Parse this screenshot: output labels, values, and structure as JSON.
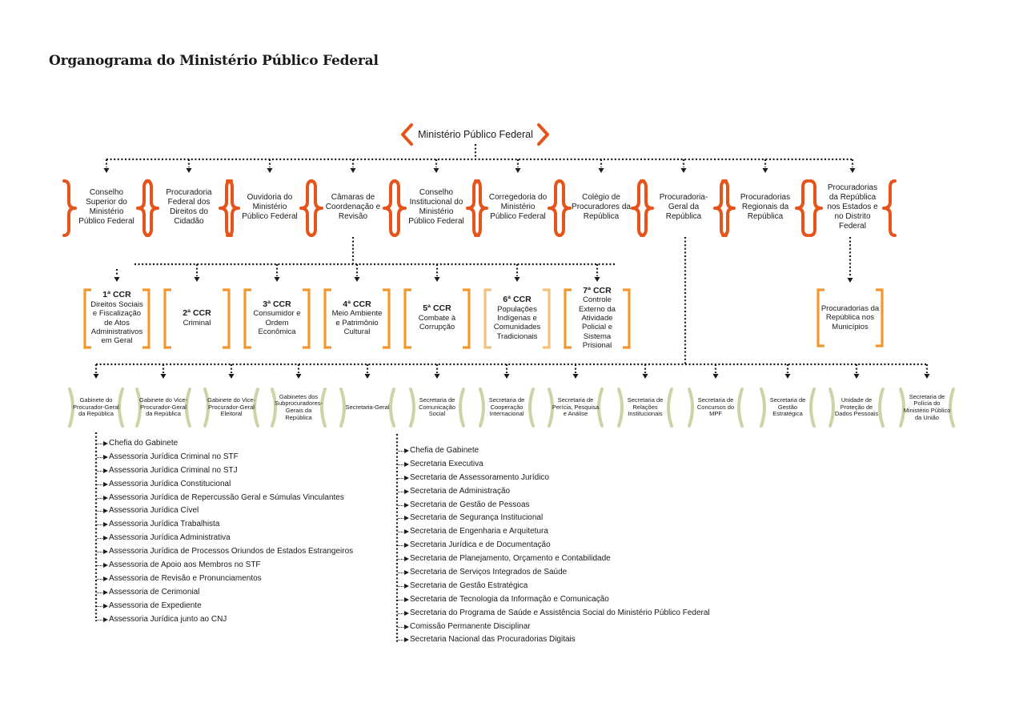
{
  "title": "Organograma do Ministério Público Federal",
  "colors": {
    "brace": "#e4541b",
    "bracket": "#f0972e",
    "bracket_light": "#f3c27e",
    "paren": "#ccd3a6",
    "line": "#1a1a1a"
  },
  "root": "Ministério Público Federal",
  "level1": [
    "Conselho Superior do Ministério Público Federal",
    "Procuradoria Federal dos Direitos do Cidadão",
    "Ouvidoria do Ministério Público Federal",
    "Câmaras de Coordenação e Revisão",
    "Conselho Institucional do Ministério Público Federal",
    "Corregedoria do Ministério Público Federal",
    "Colégio de Procuradores da República",
    "Procuradoria-Geral da República",
    "Procuradorias Regionais da República",
    "Procuradorias da República nos Estados e no Distrito Federal"
  ],
  "ccr": [
    {
      "code": "1ª CCR",
      "name": "Direitos Sociais e Fiscalização de Atos Administrativos em Geral"
    },
    {
      "code": "2ª CCR",
      "name": "Criminal"
    },
    {
      "code": "3ª CCR",
      "name": "Consumidor e Ordem Econômica"
    },
    {
      "code": "4ª CCR",
      "name": "Meio Ambiente e Patrimônio Cultural"
    },
    {
      "code": "5ª CCR",
      "name": "Combate à Corrupção"
    },
    {
      "code": "6ª CCR",
      "name": "Populações Indígenas e Comunidades Tradicionais"
    },
    {
      "code": "7ª CCR",
      "name": "Controle Externo da Atividade Policial e Sistema Prisional"
    }
  ],
  "municipios": "Procuradorias da República nos Municípios",
  "pgr_units": [
    "Gabinete do Procurador-Geral da República",
    "Gabinete do Vice-Procurador-Geral da República",
    "Gabinete do Vice-Procurador-Geral Eleitoral",
    "Gabinetes dos Subprocuradores-Gerais da República",
    "Secretaria-Geral",
    "Secretaria de Comunicação Social",
    "Secretaria de Cooperação Internacional",
    "Secretaria de Perícia, Pesquisa e Análise",
    "Secretaria de Relações Institucionais",
    "Secretaria de Concursos do MPF",
    "Secretaria de Gestão Estratégica",
    "Unidade de Proteção de Dados Pessoais",
    "Secretaria de Polícia do Ministério Público da União"
  ],
  "gabinete_items": [
    "Chefia do Gabinete",
    "Assessoria Jurídica Criminal no STF",
    "Assessoria Jurídica Criminal no STJ",
    "Assessoria Jurídica Constitucional",
    "Assessoria Jurídica de Repercussão Geral e Súmulas Vinculantes",
    "Assessoria Jurídica Cível",
    "Assessoria Jurídica Trabalhista",
    "Assessoria Jurídica Administrativa",
    "Assessoria Jurídica de Processos Oriundos de Estados Estrangeiros",
    "Assessoria de Apoio aos Membros no STF",
    "Assessoria de Revisão e Pronunciamentos",
    "Assessoria de Cerimonial",
    "Assessoria de Expediente",
    "Assessoria Jurídica junto ao CNJ"
  ],
  "sg_items": [
    "Chefia de Gabinete",
    "Secretaria Executiva",
    "Secretaria de Assessoramento Jurídico",
    "Secretaria de Administração",
    "Secretaria de Gestão de Pessoas",
    "Secretaria de Segurança Institucional",
    "Secretaria de Engenharia e Arquitetura",
    "Secretaria Jurídica e de Documentação",
    "Secretaria de Planejamento, Orçamento e Contabilidade",
    "Secretaria de Serviços Integrados de Saúde",
    "Secretaria de Gestão Estratégica",
    "Secretaria de Tecnologia da Informação e Comunicação",
    "Secretaria do Programa de Saúde e Assistência Social do Ministério Público Federal",
    "Comissão Permanente Disciplinar",
    "Secretaria Nacional das Procuradorias Digitais"
  ]
}
